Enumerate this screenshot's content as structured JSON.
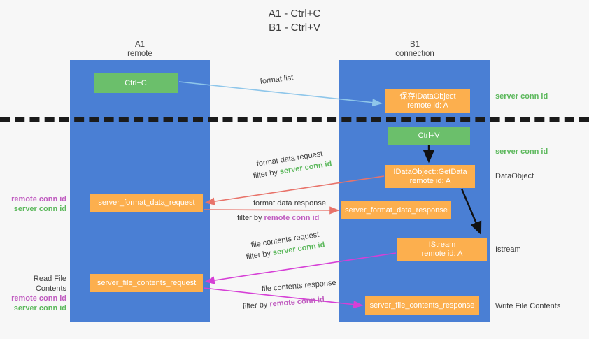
{
  "title": {
    "line1": "A1 - Ctrl+C",
    "line2": "B1 - Ctrl+V"
  },
  "lanes": [
    {
      "id": "a1",
      "name": "A1",
      "role": "remote",
      "color": "#4a7fd4"
    },
    {
      "id": "b1",
      "name": "B1",
      "role": "connection",
      "color": "#4a7fd4"
    }
  ],
  "colors": {
    "lane": "#4a7fd4",
    "green_box": "#6bbf6b",
    "orange_box": "#fcaf4e",
    "server_conn_id": "#5cb85c",
    "remote_conn_id": "#c05cc0",
    "arrow_format_list": "#8ec6ea",
    "arrow_format_data": "#e8736a",
    "arrow_file_contents": "#d63fd6",
    "arrow_flow": "#111111",
    "divider": "#1b1b1b"
  },
  "boxes": {
    "ctrl_c": {
      "label": "Ctrl+C",
      "kind": "green"
    },
    "ctrl_v": {
      "label": "Ctrl+V",
      "kind": "green"
    },
    "idataobject": {
      "label": "保存IDataObject",
      "sub": "remote id: A",
      "kind": "orange"
    },
    "getdata": {
      "label": "IDataObject::GetData",
      "sub": "remote id: A",
      "kind": "orange"
    },
    "istream": {
      "label": "IStream",
      "sub": "remote id: A",
      "kind": "orange"
    },
    "server_format_data_request": {
      "label": "server_format_data_request",
      "kind": "orange"
    },
    "server_format_data_response": {
      "label": "server_format_data_response",
      "kind": "orange"
    },
    "server_file_contents_request": {
      "label": "server_file_contents_request",
      "kind": "orange"
    },
    "server_file_contents_response": {
      "label": "server_file_contents_response",
      "kind": "orange"
    }
  },
  "arrow_labels": {
    "format_list": "format list",
    "format_data_request": "format data request",
    "format_data_request_filter_prefix": "filter by ",
    "format_data_request_filter_value": "server conn id",
    "format_data_response": "format data response",
    "format_data_response_filter_prefix": "filter by ",
    "format_data_response_filter_value": "remote conn id",
    "file_contents_request": "file contents request",
    "file_contents_request_filter_prefix": "filter by ",
    "file_contents_request_filter_value": "server conn id",
    "file_contents_response": "file contents response",
    "file_contents_response_filter_prefix": "filter by ",
    "file_contents_response_filter_value": "remote conn id"
  },
  "annotations": {
    "right_server_conn_id_1": "server conn id",
    "right_server_conn_id_2": "server conn id",
    "right_dataobject": "DataObject",
    "right_istream": "Istream",
    "right_write_file_contents": "Write File Contents",
    "left_remote_conn_id_1": "remote conn id",
    "left_server_conn_id_1": "server conn id",
    "left_read_file_contents": "Read File Contents",
    "left_remote_conn_id_2": "remote conn id",
    "left_server_conn_id_2": "server conn id"
  }
}
